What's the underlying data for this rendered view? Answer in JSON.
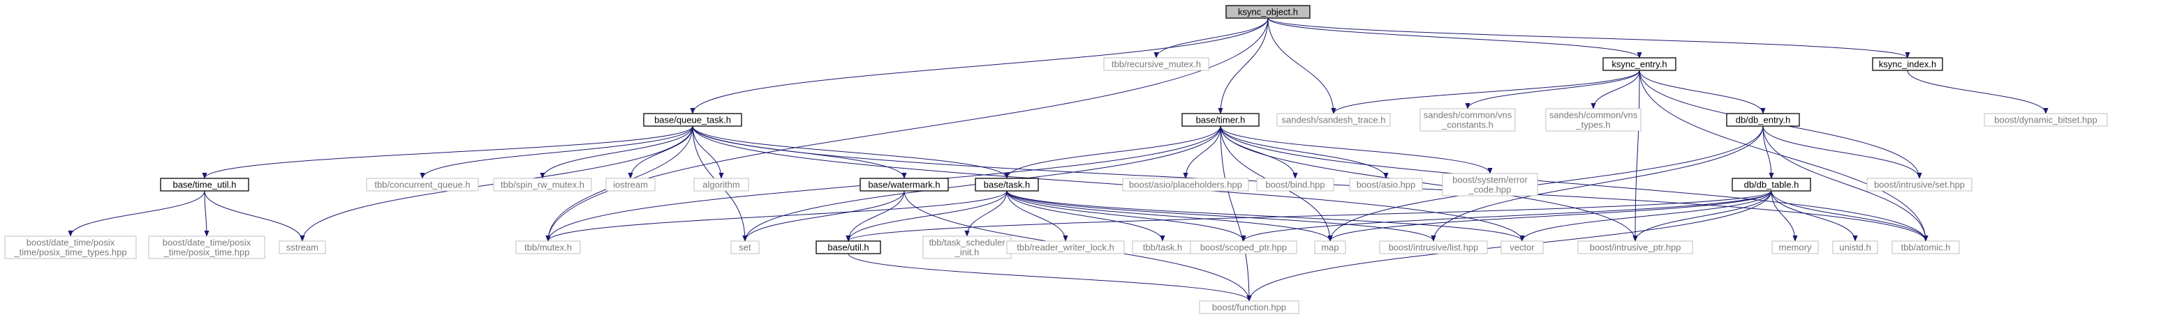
{
  "colors": {
    "edge": "#191970",
    "root_fill": "#bfbfbf",
    "box_border": "#000000",
    "ext_border": "#bfbfbf",
    "ext_text": "#7a7a7a",
    "background": "#ffffff"
  },
  "nodes": {
    "ksync_object": "ksync_object.h",
    "tbb_recursive_mutex": "tbb/recursive_mutex.h",
    "ksync_entry": "ksync_entry.h",
    "ksync_index": "ksync_index.h",
    "queue_task": "base/queue_task.h",
    "timer": "base/timer.h",
    "sandesh_trace": "sandesh/sandesh_trace.h",
    "vns_constants": [
      "sandesh/common/vns",
      "_constants.h"
    ],
    "vns_types": [
      "sandesh/common/vns",
      "_types.h"
    ],
    "db_entry": "db/db_entry.h",
    "dynamic_bitset": "boost/dynamic_bitset.hpp",
    "time_util": "base/time_util.h",
    "concurrent_queue": "tbb/concurrent_queue.h",
    "spin_rw_mutex": "tbb/spin_rw_mutex.h",
    "iostream": "iostream",
    "algorithm": "algorithm",
    "watermark": "base/watermark.h",
    "task": "base/task.h",
    "placeholders": "boost/asio/placeholders.hpp",
    "bind": "boost/bind.hpp",
    "asio": "boost/asio.hpp",
    "error_code": [
      "boost/system/error",
      "_code.hpp"
    ],
    "intrusive_set": "boost/intrusive/set.hpp",
    "db_table": "db/db_table.h",
    "posix_time_types": [
      "boost/date_time/posix",
      "_time/posix_time_types.hpp"
    ],
    "posix_time": [
      "boost/date_time/posix",
      "_time/posix_time.hpp"
    ],
    "sstream": "sstream",
    "tbb_mutex": "tbb/mutex.h",
    "set": "set",
    "util": "base/util.h",
    "task_scheduler_init": [
      "tbb/task_scheduler",
      "_init.h"
    ],
    "reader_writer_lock": "tbb/reader_writer_lock.h",
    "tbb_task": "tbb/task.h",
    "scoped_ptr": "boost/scoped_ptr.hpp",
    "map": "map",
    "intrusive_list": "boost/intrusive/list.hpp",
    "vector": "vector",
    "intrusive_ptr": "boost/intrusive_ptr.hpp",
    "memory": "memory",
    "unistd": "unistd.h",
    "tbb_atomic": "tbb/atomic.h",
    "function": "boost/function.hpp"
  }
}
